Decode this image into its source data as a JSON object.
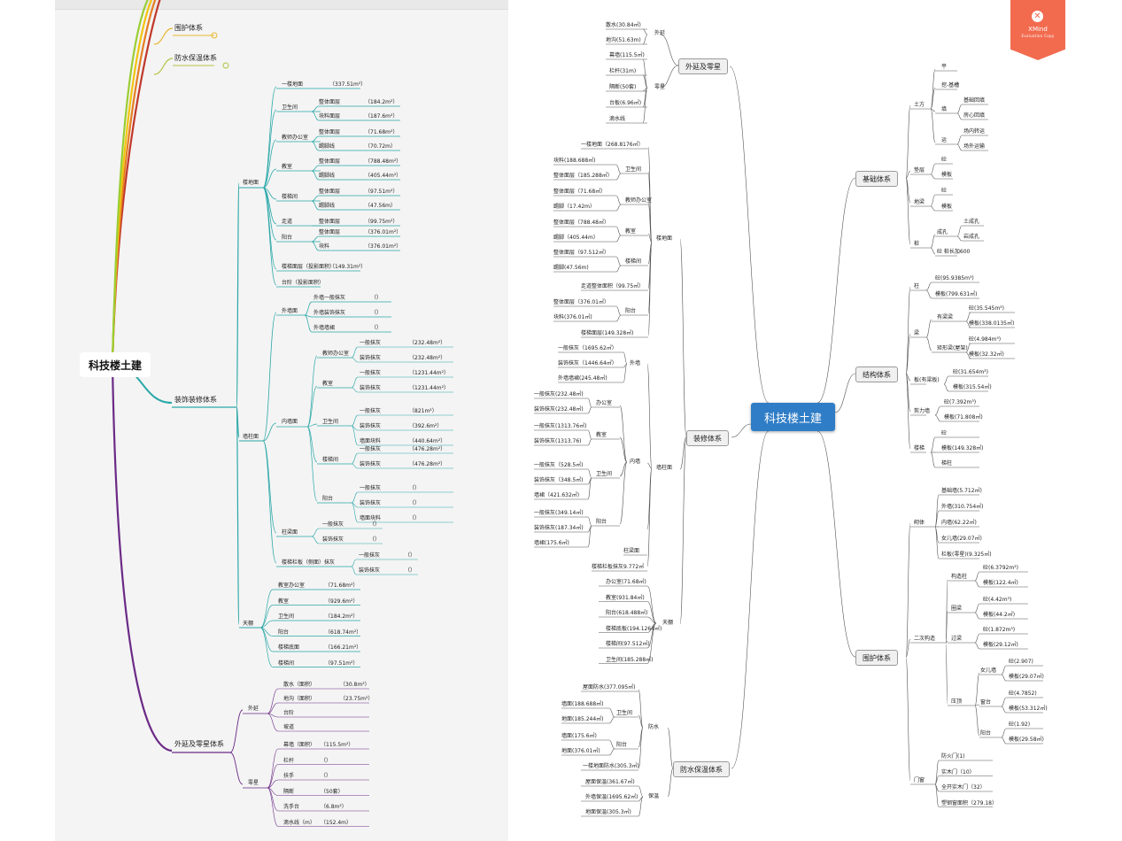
{
  "colors": {
    "root_right": "#2f7dc6",
    "teal": "#2aa7a7",
    "purple": "#6b2a86",
    "badge": "#f26b4f"
  },
  "left": {
    "root": "科技楼土建",
    "top_branches": [
      "围护体系",
      "防水保温体系"
    ],
    "decoration": {
      "title": "装饰装修体系"
    },
    "floor_group": "楼地面",
    "floor_items": [
      {
        "label": "一楼地面",
        "value": "（337.51m²）"
      },
      {
        "label": "卫生间",
        "subs": [
          {
            "label": "整体面层",
            "value": "（184.2m²）"
          },
          {
            "label": "块料面层",
            "value": "（187.6m²）"
          }
        ]
      },
      {
        "label": "教师办公室",
        "subs": [
          {
            "label": "整体面层",
            "value": "（71.68m²）"
          },
          {
            "label": "踢脚线",
            "value": "（70.72m）"
          }
        ]
      },
      {
        "label": "教室",
        "subs": [
          {
            "label": "整体面层",
            "value": "（788.48m²）"
          },
          {
            "label": "踢脚线",
            "value": "（405.44m²）"
          }
        ]
      },
      {
        "label": "楼梯间",
        "subs": [
          {
            "label": "整体面层",
            "value": "（97.51m²）"
          },
          {
            "label": "踢脚线",
            "value": "（47.56m）"
          }
        ]
      },
      {
        "label": "走道",
        "subs": [
          {
            "label": "整体面层",
            "value": "（99.75m²）"
          }
        ]
      },
      {
        "label": "阳台",
        "subs": [
          {
            "label": "整体面层",
            "value": "（376.01m²）"
          },
          {
            "label": "块料",
            "value": "（376.01m²）"
          }
        ]
      },
      {
        "label": "楼梯面层（投影面积）",
        "value": "（149.31m²）"
      },
      {
        "label": "台阶（投影面积）",
        "value": ""
      }
    ],
    "wall_group": "墙柱面",
    "outer_wall": {
      "label": "外墙面",
      "items": [
        {
          "label": "外墙一般抹灰",
          "value": "（）"
        },
        {
          "label": "外墙装饰抹灰",
          "value": "（）"
        },
        {
          "label": "外墙墙裙",
          "value": "（）"
        }
      ]
    },
    "inner_wall": {
      "label": "内墙面",
      "rooms": [
        {
          "label": "教师办公室",
          "items": [
            {
              "label": "一般抹灰",
              "value": "（232.48m²）"
            },
            {
              "label": "装饰抹灰",
              "value": "（232.48m²）"
            }
          ]
        },
        {
          "label": "教室",
          "items": [
            {
              "label": "一般抹灰",
              "value": "（1231.44m²）"
            },
            {
              "label": "装饰抹灰",
              "value": "（1231.44m²）"
            }
          ]
        },
        {
          "label": "卫生间",
          "items": [
            {
              "label": "一般抹灰",
              "value": "（821m²）"
            },
            {
              "label": "装饰抹灰",
              "value": "（392.6m²）"
            },
            {
              "label": "墙面块料",
              "value": "（440.64m²）"
            }
          ]
        },
        {
          "label": "楼梯间",
          "items": [
            {
              "label": "一般抹灰",
              "value": "（476.28m²）"
            },
            {
              "label": "装饰抹灰",
              "value": "（476.28m²）"
            }
          ]
        },
        {
          "label": "阳台",
          "items": [
            {
              "label": "一般抹灰",
              "value": "（）"
            },
            {
              "label": "装饰抹灰",
              "value": "（）"
            },
            {
              "label": "墙面块料",
              "value": "（）"
            }
          ]
        }
      ]
    },
    "column_beam": {
      "label": "柱梁面",
      "items": [
        {
          "label": "一般抹灰",
          "value": "（）"
        },
        {
          "label": "装饰抹灰",
          "value": "（）"
        }
      ]
    },
    "stair_rail": {
      "label": "楼梯栏板（侧面）抹灰",
      "items": [
        {
          "label": "一般抹灰",
          "value": "（）"
        },
        {
          "label": "装饰抹灰",
          "value": "（）"
        }
      ]
    },
    "ceiling": {
      "label": "天棚",
      "items": [
        {
          "label": "教室办公室",
          "value": "（71.68m²）"
        },
        {
          "label": "教室",
          "value": "（929.6m²）"
        },
        {
          "label": "卫生间",
          "value": "（184.2m²）"
        },
        {
          "label": "阳台",
          "value": "（618.74m²）"
        },
        {
          "label": "楼梯底面",
          "value": "（166.21m²）"
        },
        {
          "label": "楼梯间",
          "value": "（97.51m²）"
        }
      ]
    },
    "ext": {
      "title": "外延及零星体系",
      "outer": {
        "label": "外延",
        "items": [
          {
            "label": "散水（面积）",
            "value": "（30.8m²）"
          },
          {
            "label": "地沟（面积）",
            "value": "（23.75m²）"
          },
          {
            "label": "台阶",
            "value": ""
          },
          {
            "label": "坡道",
            "value": ""
          }
        ]
      },
      "misc": {
        "label": "零星",
        "items": [
          {
            "label": "幕墙（面积）",
            "value": "（115.5m²）"
          },
          {
            "label": "栏杆",
            "value": "（）"
          },
          {
            "label": "扶手",
            "value": "（）"
          },
          {
            "label": "隔断",
            "value": "（50套）"
          },
          {
            "label": "洗手台",
            "value": "（6.8m²）"
          },
          {
            "label": "滴水线（m）",
            "value": "（152.4m）"
          }
        ]
      }
    }
  },
  "right": {
    "root": "科技楼土建",
    "badge": {
      "title": "XMind",
      "subtitle": "Evaluation Copy"
    },
    "ext": {
      "title": "外延及零星",
      "outer": {
        "label": "外延",
        "items": [
          "散水(30.84㎡)",
          "地沟(51.63m)"
        ]
      },
      "misc": {
        "label": "零星",
        "items": [
          "幕墙(115.5㎡)",
          "栏杆(31m)",
          "隔断(50套)",
          "台板(6.96㎡)",
          "滴水线"
        ]
      }
    },
    "decoration": {
      "title": "装修体系",
      "floor": {
        "label": "楼地面",
        "items": [
          {
            "label": "一楼地面（268.8176㎡）",
            "subs": []
          },
          {
            "label": "卫生间",
            "subs": [
              "块料(188.688㎡)",
              "整体面层（185.288㎡）"
            ]
          },
          {
            "label": "教师办公室",
            "subs": [
              "整体面层（71.68㎡）",
              "踢脚（17.42m）"
            ]
          },
          {
            "label": "教室",
            "subs": [
              "整体面层（788.48㎡）",
              "踢脚（405.44m）"
            ]
          },
          {
            "label": "楼梯间",
            "subs": [
              "整体面层（97.512㎡）",
              "踢脚(47.56m)"
            ]
          },
          {
            "label": "走道整体面积（99.75㎡）",
            "subs": []
          },
          {
            "label": "阳台",
            "subs": [
              "整体面层（376.01㎡）",
              "块料(376.01㎡)"
            ]
          },
          {
            "label": "楼梯面层(149.328㎡)",
            "subs": []
          }
        ]
      },
      "wall": {
        "label": "墙柱面",
        "outer": {
          "label": "外墙",
          "items": [
            "一般抹灰（1695.62㎡）",
            "装饰抹灰（1446.64㎡）",
            "外墙墙裙(245.48㎡)"
          ]
        },
        "inner": {
          "label": "内墙",
          "rooms": [
            {
              "label": "办公室",
              "items": [
                "一般抹灰(232.48㎡)",
                "装饰抹灰(232.48㎡)"
              ]
            },
            {
              "label": "教室",
              "items": [
                "一般抹灰(1313.76㎡)",
                "装饰抹灰(1313.76)"
              ]
            },
            {
              "label": "卫生间",
              "items": [
                "一般抹灰（528.5㎡)",
                "装饰抹灰（348.5㎡)",
                "墙裙（421.632㎡)"
              ]
            },
            {
              "label": "阳台",
              "items": [
                "一般抹灰(349.14㎡)",
                "装饰抹灰(187.34㎡)",
                "墙裙(175.6㎡)"
              ]
            }
          ]
        },
        "col": "柱梁面",
        "stair": "楼梯栏板抹灰9.772㎡"
      },
      "ceiling": {
        "label": "天棚",
        "items": [
          "办公室(71.68㎡)",
          "教室(931.84㎡)",
          "阳台(618.488㎡)",
          "楼梯底板(194.1264㎡)",
          "楼梯间(97.512㎡)",
          "卫生间(185.288㎡)"
        ]
      }
    },
    "waterproof": {
      "title": "防水保温体系",
      "water": {
        "label": "防水",
        "items": [
          {
            "label": "屋面防水(377.095㎡)",
            "subs": []
          },
          {
            "label": "卫生间",
            "subs": [
              "墙面(188.688㎡)",
              "地面(185.244㎡)"
            ]
          },
          {
            "label": "阳台",
            "subs": [
              "墙面(175.6㎡)",
              "地面(376.01㎡)"
            ]
          },
          {
            "label": "一楼地面防水(305.3㎡)",
            "subs": []
          }
        ]
      },
      "insul": {
        "label": "保温",
        "items": [
          "屋面保温(361.67㎡)",
          "外墙保温(1695.62㎡)",
          "地面保温(305.3㎡)"
        ]
      }
    },
    "foundation": {
      "title": "基础体系",
      "earth": {
        "label": "土方",
        "items": [
          {
            "label": "平",
            "subs": []
          },
          {
            "label": "挖-基槽",
            "subs": []
          },
          {
            "label": "填",
            "subs": [
              "基础回填",
              "房心回填"
            ]
          },
          {
            "label": "运",
            "subs": [
              "场内转运",
              "场外运输"
            ]
          }
        ]
      },
      "cushion": {
        "label": "垫层",
        "items": [
          "砼",
          "模板"
        ]
      },
      "ground_beam": {
        "label": "地梁",
        "items": [
          "砼",
          "模板"
        ]
      },
      "pile": {
        "label": "桩",
        "items": [
          {
            "label": "成孔",
            "subs": [
              "土成孔",
              "岩成孔"
            ]
          },
          {
            "label": "砼 桩长加600",
            "subs": []
          }
        ]
      }
    },
    "structure": {
      "title": "结构体系",
      "column": {
        "label": "柱",
        "items": [
          "砼(95.9385m³)",
          "模板(799.631㎡)"
        ]
      },
      "beam": {
        "label": "梁",
        "subs": [
          {
            "label": "有梁梁",
            "items": [
              "砼(35.545m³)",
              "模板(338.0135㎡)"
            ]
          },
          {
            "label": "矩形梁(屋架)",
            "items": [
              "砼(4.984m³)",
              "模板(32.32㎡)"
            ]
          }
        ]
      },
      "slab": {
        "label": "板(有梁板)",
        "items": [
          "砼(31.654m³)",
          "模板(315.54㎡)"
        ]
      },
      "shear": {
        "label": "剪力墙",
        "items": [
          "砼(7.392m³)",
          "模板(71.808㎡)"
        ]
      },
      "stair": {
        "label": "楼梯",
        "items": [
          "砼",
          "模板(149.328㎡)",
          "梯柱"
        ]
      }
    },
    "envelope": {
      "title": "围护体系",
      "masonry": {
        "label": "砌体",
        "items": [
          "基础墙(5.712㎡)",
          "外墙(310.754㎡)",
          "内墙(62.22㎡)",
          "女儿墙(29.07㎡)",
          "栏板(零星)(9.325㎡)"
        ]
      },
      "secondary": {
        "label": "二次构造",
        "groups": [
          {
            "label": "构造柱",
            "items": [
              "砼(6.3792m³)",
              "模板(122.4㎡)"
            ]
          },
          {
            "label": "圈梁",
            "items": [
              "砼(4.42m³)",
              "模板(44.2㎡)"
            ]
          },
          {
            "label": "过梁",
            "items": [
              "砼(1.872m³)",
              "模板(29.12㎡)"
            ]
          },
          {
            "label": "压顶",
            "subs": [
              {
                "label": "女儿墙",
                "items": [
                  "砼(2.907)",
                  "模板(29.07㎡)"
                ]
              },
              {
                "label": "窗台",
                "items": [
                  "砼(4.7852)",
                  "模板(53.312㎡)"
                ]
              },
              {
                "label": "阳台",
                "items": [
                  "砼(1.92)",
                  "模板(29.58㎡)"
                ]
              }
            ]
          }
        ]
      },
      "doors": {
        "label": "门窗",
        "items": [
          "防火门(1)",
          "实木门（10）",
          "全开实木门（32）",
          "塑钢窗面积（279.18）"
        ]
      }
    }
  }
}
